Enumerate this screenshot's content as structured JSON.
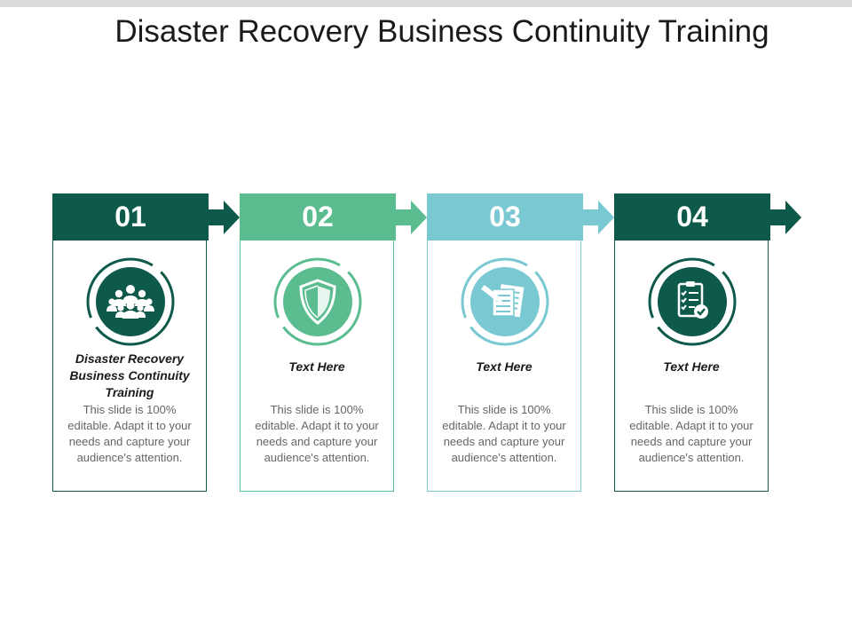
{
  "slide": {
    "title": "Disaster Recovery Business Continuity Training"
  },
  "colors": {
    "dark_teal": "#0d5a4b",
    "medium_green": "#5bbd8f",
    "light_blue": "#79c8d2",
    "border": "#2a6f62"
  },
  "cards": [
    {
      "number": "01",
      "heading": "Disaster Recovery Business Continuity Training",
      "body": "This slide is 100% editable. Adapt it to your needs and capture your audience's attention.",
      "icon": "people-group-icon",
      "color": "#0d5a4b"
    },
    {
      "number": "02",
      "heading": "Text Here",
      "body": "This slide is 100% editable. Adapt it to your needs and capture your audience's attention.",
      "icon": "shield-icon",
      "color": "#5bbd8f"
    },
    {
      "number": "03",
      "heading": "Text Here",
      "body": "This slide is 100% editable. Adapt it to your needs and capture your audience's attention.",
      "icon": "document-pen-icon",
      "color": "#79c8d2"
    },
    {
      "number": "04",
      "heading": "Text Here",
      "body": "This slide is 100% editable. Adapt it to your needs and capture your audience's attention.",
      "icon": "clipboard-check-icon",
      "color": "#0d5a4b"
    }
  ]
}
